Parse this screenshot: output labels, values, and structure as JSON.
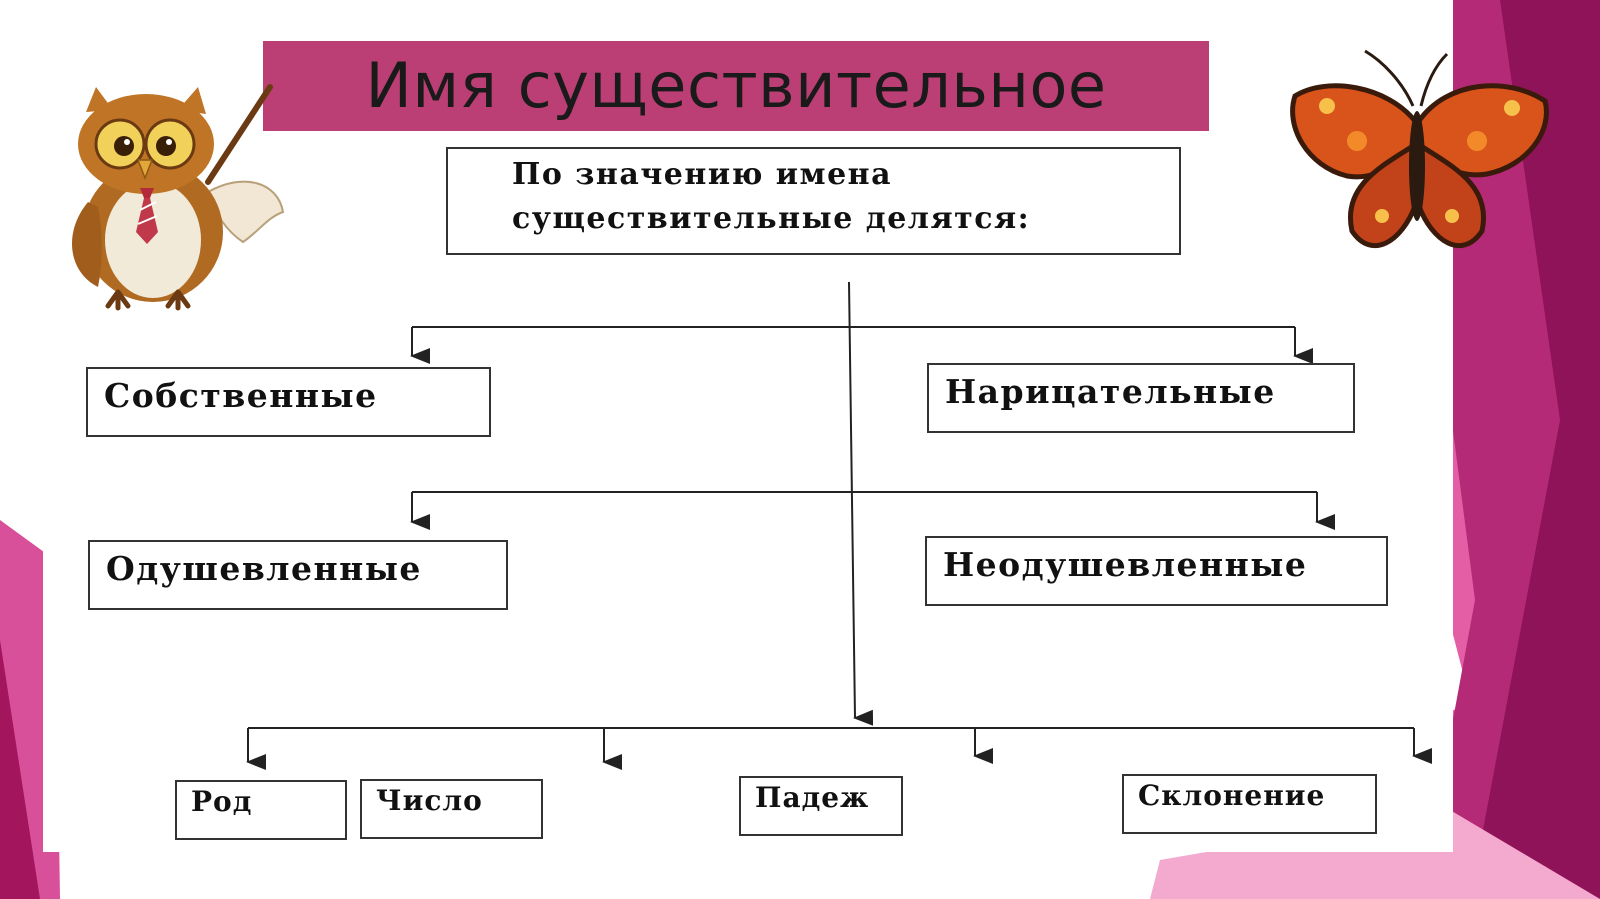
{
  "slide": {
    "title": "Имя существительное",
    "colors": {
      "title_bar": "#bb3f74",
      "accent_dark": "#a3155c",
      "accent_light": "#e06aa8"
    }
  },
  "diagram": {
    "root": {
      "line1": "По значению имена",
      "line2": "существительные делятся:"
    },
    "level1": {
      "left": "Собственные",
      "right": "Нарицательные"
    },
    "level2": {
      "left": "Одушевленные",
      "right": "Неодушевленные"
    },
    "level3": [
      "Род",
      "Число",
      "Падеж",
      "Склонение"
    ]
  },
  "decorations": {
    "owl": "owl-teacher-with-pointer",
    "butterfly": "orange-butterfly"
  }
}
